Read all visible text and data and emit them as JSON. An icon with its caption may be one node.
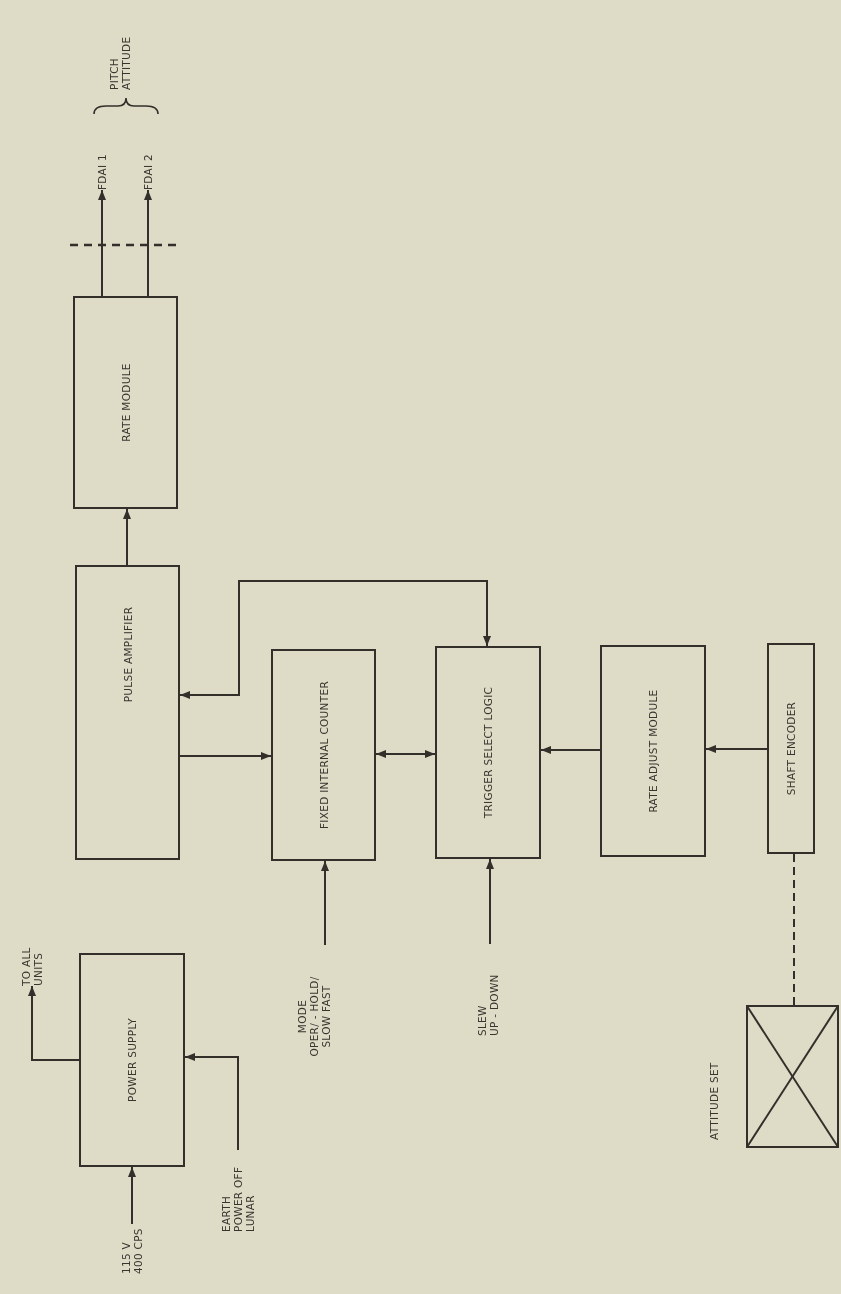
{
  "diagram": {
    "nodes": [
      {
        "text": [
          "115 V 400 CPS"
        ]
      },
      {
        "text": [
          "EARTH",
          "POWER OFF",
          "LUNAR"
        ]
      },
      {
        "text": [
          "TO ALL UNITS"
        ]
      },
      {
        "text": [
          "POWER SUPPLY"
        ]
      },
      {
        "text": [
          "PULSE AMPLIFIER"
        ]
      },
      {
        "text": [
          "RATE MODULE"
        ]
      },
      {
        "text": [
          "FDAI 1"
        ]
      },
      {
        "text": [
          "FDAI 2"
        ]
      },
      {
        "text": [
          "MODE",
          "OPER/ - HOLD/",
          "SLOW FAST"
        ]
      },
      {
        "text": [
          "FIXED INTERNAL COUNTER"
        ]
      },
      {
        "text": [
          "SLEW",
          "UP - DOWN"
        ]
      },
      {
        "text": [
          "TRIGGER SELECT LOGIC"
        ]
      },
      {
        "text": [
          "RATE ADJUST MODULE"
        ]
      },
      {
        "text": [
          "SHAFT ENCODER"
        ]
      },
      {
        "text": [
          "ATTITUDE SET"
        ]
      }
    ],
    "edges": [
      {
        "from": 0,
        "to": 3,
        "arrow": "to"
      },
      {
        "from": 1,
        "to": 3,
        "arrow": "to"
      },
      {
        "from": 3,
        "to": 2,
        "arrow": "to"
      },
      {
        "from": 4,
        "to": 5,
        "arrow": "to"
      },
      {
        "from": 5,
        "to": 6,
        "arrow": "to"
      },
      {
        "from": 5,
        "to": 7,
        "arrow": "to"
      },
      {
        "from": 4,
        "to": 9,
        "arrow": "to"
      },
      {
        "from": 11,
        "to": 4,
        "arrow": "both"
      },
      {
        "from": 9,
        "to": 11,
        "arrow": "both"
      },
      {
        "from": 8,
        "to": 9,
        "arrow": "to"
      },
      {
        "from": 10,
        "to": 11,
        "arrow": "to"
      },
      {
        "from": 12,
        "to": 11,
        "arrow": "to"
      },
      {
        "from": 13,
        "to": 12,
        "arrow": "to"
      },
      {
        "from": 14,
        "to": 13,
        "arrow": "none",
        "style": "dashed"
      }
    ],
    "labels": [
      "PITCH ATTITUDE"
    ]
  }
}
